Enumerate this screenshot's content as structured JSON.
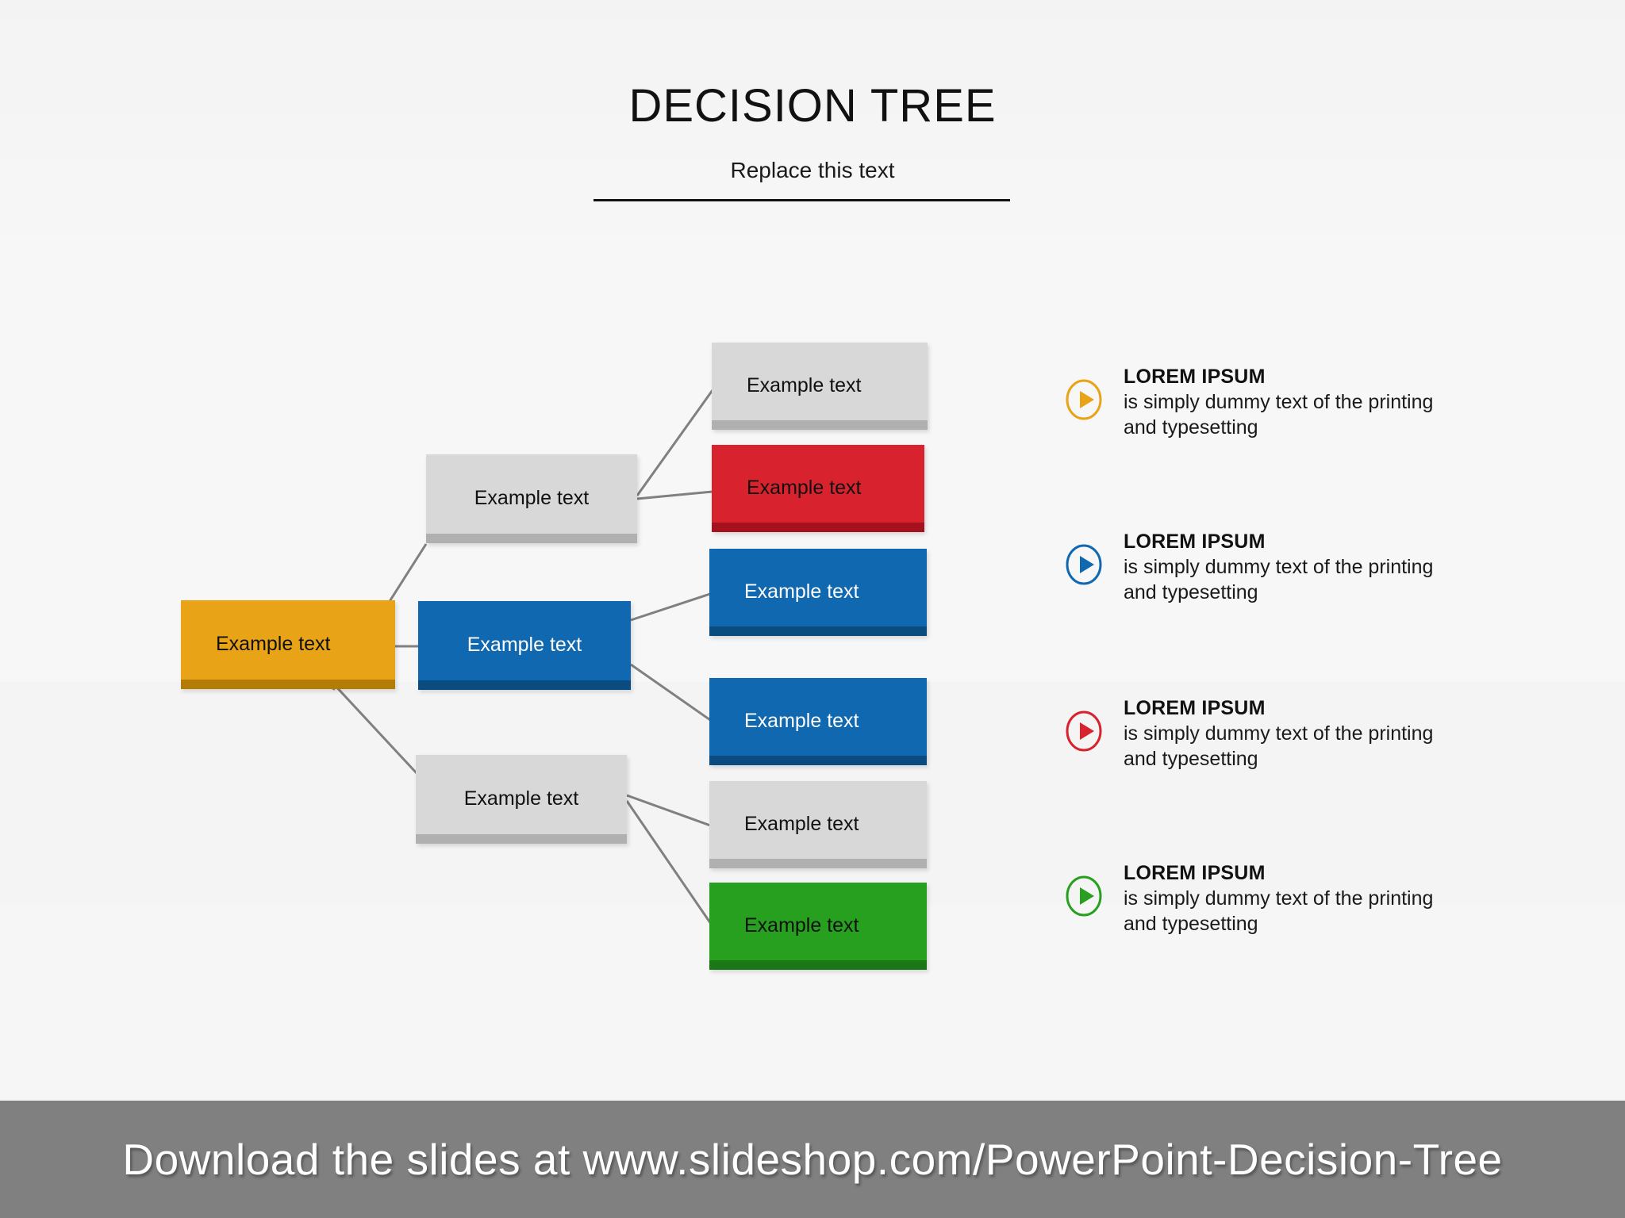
{
  "header": {
    "title": "DECISION TREE",
    "subtitle": "Replace this text"
  },
  "tree": {
    "root": {
      "label": "Example text",
      "color": "#e8a317"
    },
    "branches": [
      {
        "label": "Example text",
        "color": "#d8d8d8"
      },
      {
        "label": "Example text",
        "color": "#1068b0"
      },
      {
        "label": "Example text",
        "color": "#d8d8d8"
      }
    ],
    "leaves": [
      {
        "label": "Example text",
        "color": "#d8d8d8"
      },
      {
        "label": "Example text",
        "color": "#d8232f"
      },
      {
        "label": "Example text",
        "color": "#1068b0"
      },
      {
        "label": "Example text",
        "color": "#1068b0"
      },
      {
        "label": "Example text",
        "color": "#d8d8d8"
      },
      {
        "label": "Example text",
        "color": "#27a01f"
      }
    ],
    "connector_color": "#808080"
  },
  "legend": {
    "items": [
      {
        "title": "LOREM IPSUM",
        "body": "is simply dummy text of the printing and typesetting",
        "icon": "play-circle-icon",
        "color": "#e8a317"
      },
      {
        "title": "LOREM IPSUM",
        "body": "is simply dummy text of the printing and typesetting",
        "icon": "play-circle-icon",
        "color": "#1068b0"
      },
      {
        "title": "LOREM IPSUM",
        "body": "is simply dummy text of the printing and typesetting",
        "icon": "play-circle-icon",
        "color": "#d8232f"
      },
      {
        "title": "LOREM IPSUM",
        "body": "is simply dummy text of the printing and typesetting",
        "icon": "play-circle-icon",
        "color": "#27a01f"
      }
    ]
  },
  "footer": {
    "text": "Download the slides at www.slideshop.com/PowerPoint-Decision-Tree",
    "background": "#808080"
  }
}
